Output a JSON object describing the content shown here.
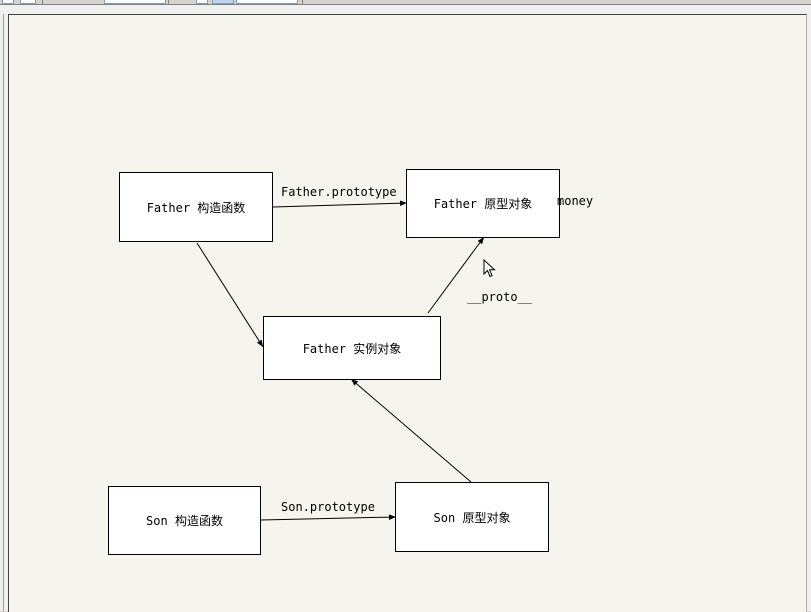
{
  "diagram": {
    "nodes": {
      "father_constructor": "Father 构造函数",
      "father_prototype": "Father 原型对象",
      "father_instance": "Father 实例对象",
      "son_constructor": "Son 构造函数",
      "son_prototype": "Son 原型对象"
    },
    "edge_labels": {
      "father_prototype": "Father.prototype",
      "son_prototype": "Son.prototype",
      "proto": "__proto__",
      "money": "money"
    }
  },
  "icons": {
    "cursor": "mouse-pointer-icon"
  }
}
